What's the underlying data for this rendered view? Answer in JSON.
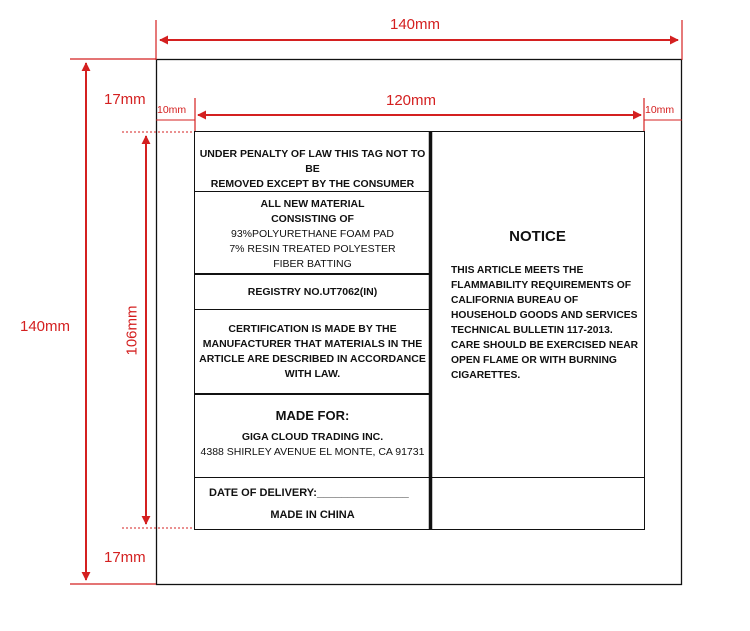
{
  "dimensions": {
    "outer_width": "140mm",
    "outer_height": "140mm",
    "inner_width": "120mm",
    "inner_height": "106mm",
    "margin_top": "17mm",
    "margin_bottom": "17mm",
    "margin_left": "10mm",
    "margin_right": "10mm"
  },
  "colors": {
    "dimension_lines": "#d42020",
    "label_lines": "#111111"
  },
  "left_panel": {
    "warning": [
      "UNDER PENALTY OF LAW THIS TAG NOT TO BE",
      "REMOVED EXCEPT BY  THE CONSUMER"
    ],
    "material": {
      "heading": [
        "ALL NEW MATERIAL",
        "CONSISTING OF"
      ],
      "lines": [
        "93%POLYURETHANE FOAM PAD",
        "7% RESIN TREATED POLYESTER",
        "FIBER BATTING"
      ]
    },
    "registry": "REGISTRY NO.UT7062(IN)",
    "certification": [
      "CERTIFICATION IS MADE BY THE",
      "MANUFACTURER THAT MATERIALS IN THE",
      "ARTICLE ARE DESCRIBED IN ACCORDANCE",
      "WITH LAW."
    ],
    "made_for": {
      "heading": "MADE FOR:",
      "company": "GIGA CLOUD TRADING INC.",
      "address": "4388 SHIRLEY AVENUE EL MONTE, CA 91731"
    },
    "date_of_delivery": "DATE OF DELIVERY:_______________",
    "made_in": "MADE IN CHINA"
  },
  "right_panel": {
    "notice_title": "NOTICE",
    "notice_lines": [
      "THIS ARTICLE MEETS THE",
      "FLAMMABILITY REQUIREMENTS OF",
      "CALIFORNIA BUREAU OF",
      "HOUSEHOLD GOODS AND SERVICES",
      "TECHNICAL BULLETIN 117-2013.",
      "CARE SHOULD BE EXERCISED NEAR",
      "OPEN FLAME OR WITH BURNING",
      "CIGARETTES."
    ]
  }
}
